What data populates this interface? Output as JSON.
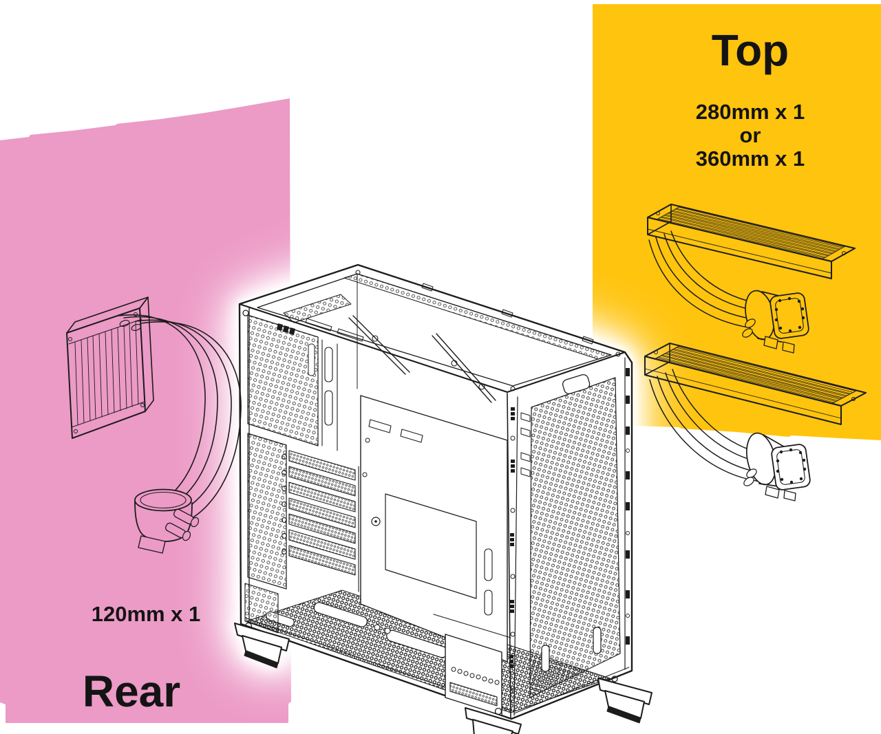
{
  "page": {
    "background": "#ffffff"
  },
  "panels": {
    "rear": {
      "heading": "Rear",
      "spec": "120mm x 1",
      "color": "#ec9ac6"
    },
    "top": {
      "heading": "Top",
      "spec_line_1": "280mm x 1",
      "spec_line_2": "or",
      "spec_line_3": "360mm x 1",
      "color": "#ffc40d"
    }
  },
  "illustrations": {
    "case": "pc-case-isometric-line-drawing",
    "rear_radiator": "120mm-aio-radiator-with-pump",
    "top_radiator_280": "280mm-aio-radiator-with-pump",
    "top_radiator_360": "360mm-aio-radiator-with-pump",
    "line_color": "#1c1c1c"
  }
}
